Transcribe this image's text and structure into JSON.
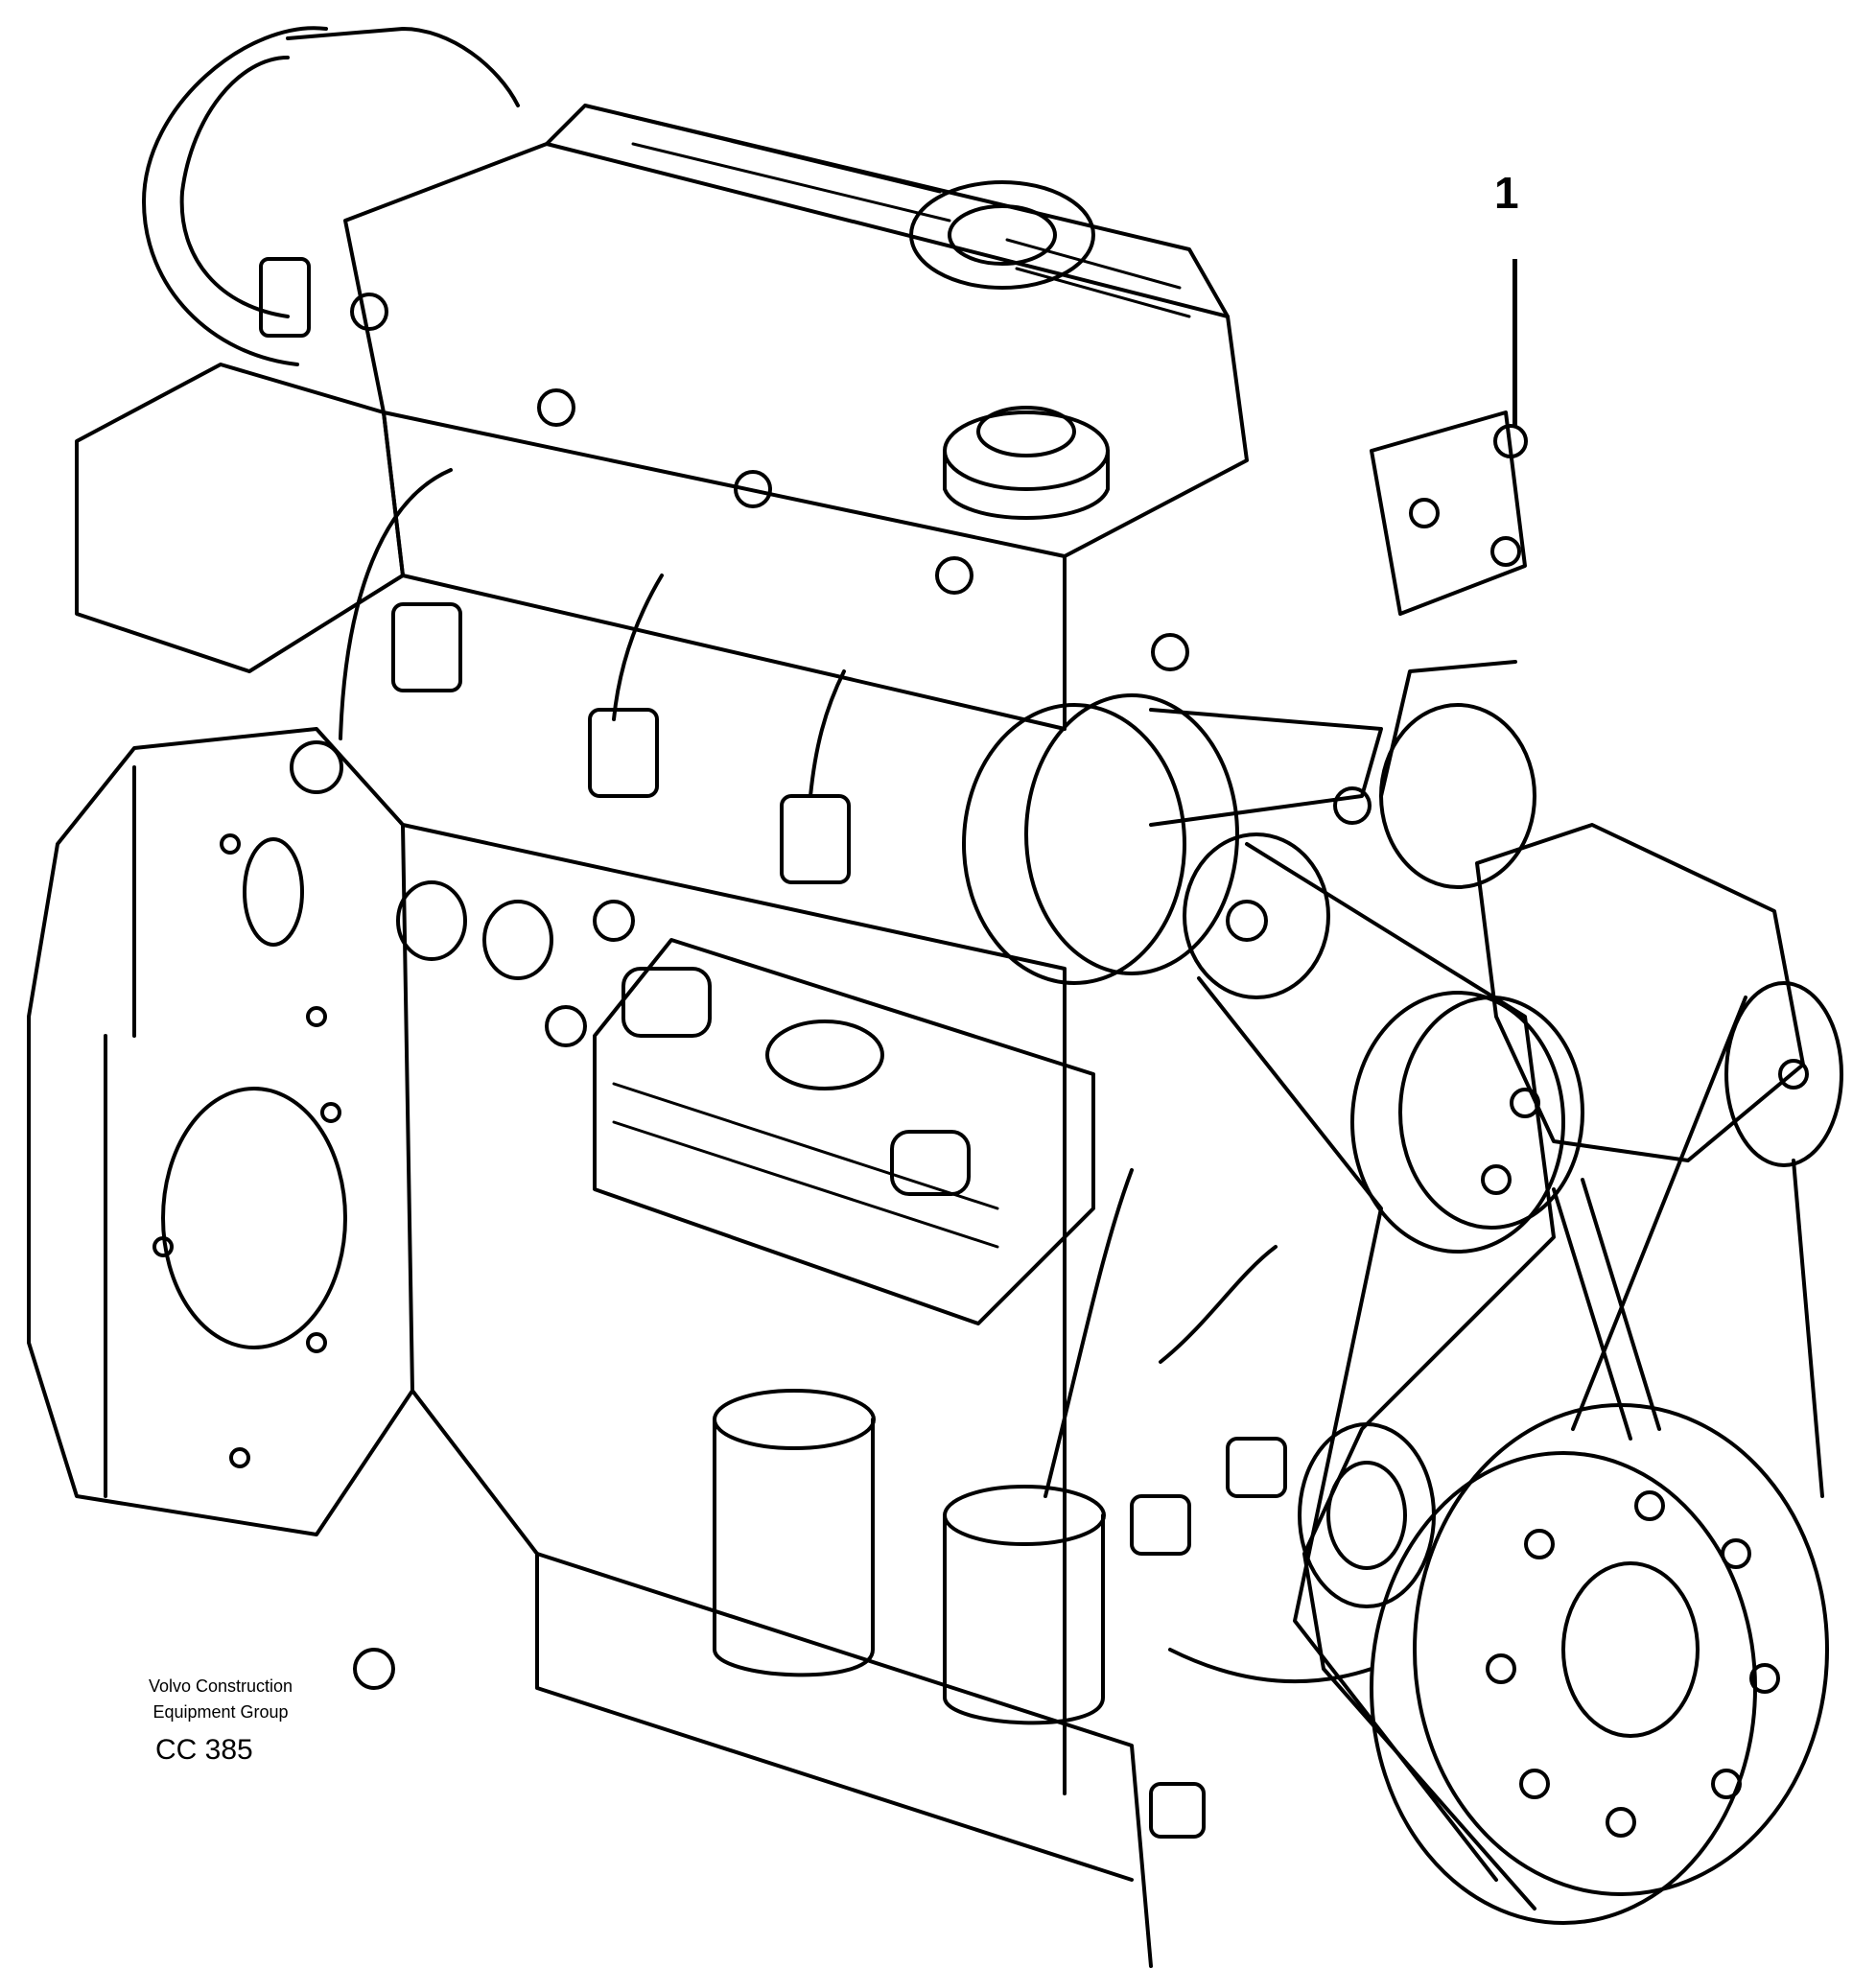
{
  "callouts": [
    {
      "number": "1"
    }
  ],
  "credit": {
    "line1": "Volvo Construction",
    "line2": "Equipment Group"
  },
  "figure_code": "CC 385",
  "drawing": {
    "style": "black line art on white",
    "stroke_color": "#000000",
    "background_color": "#ffffff"
  }
}
